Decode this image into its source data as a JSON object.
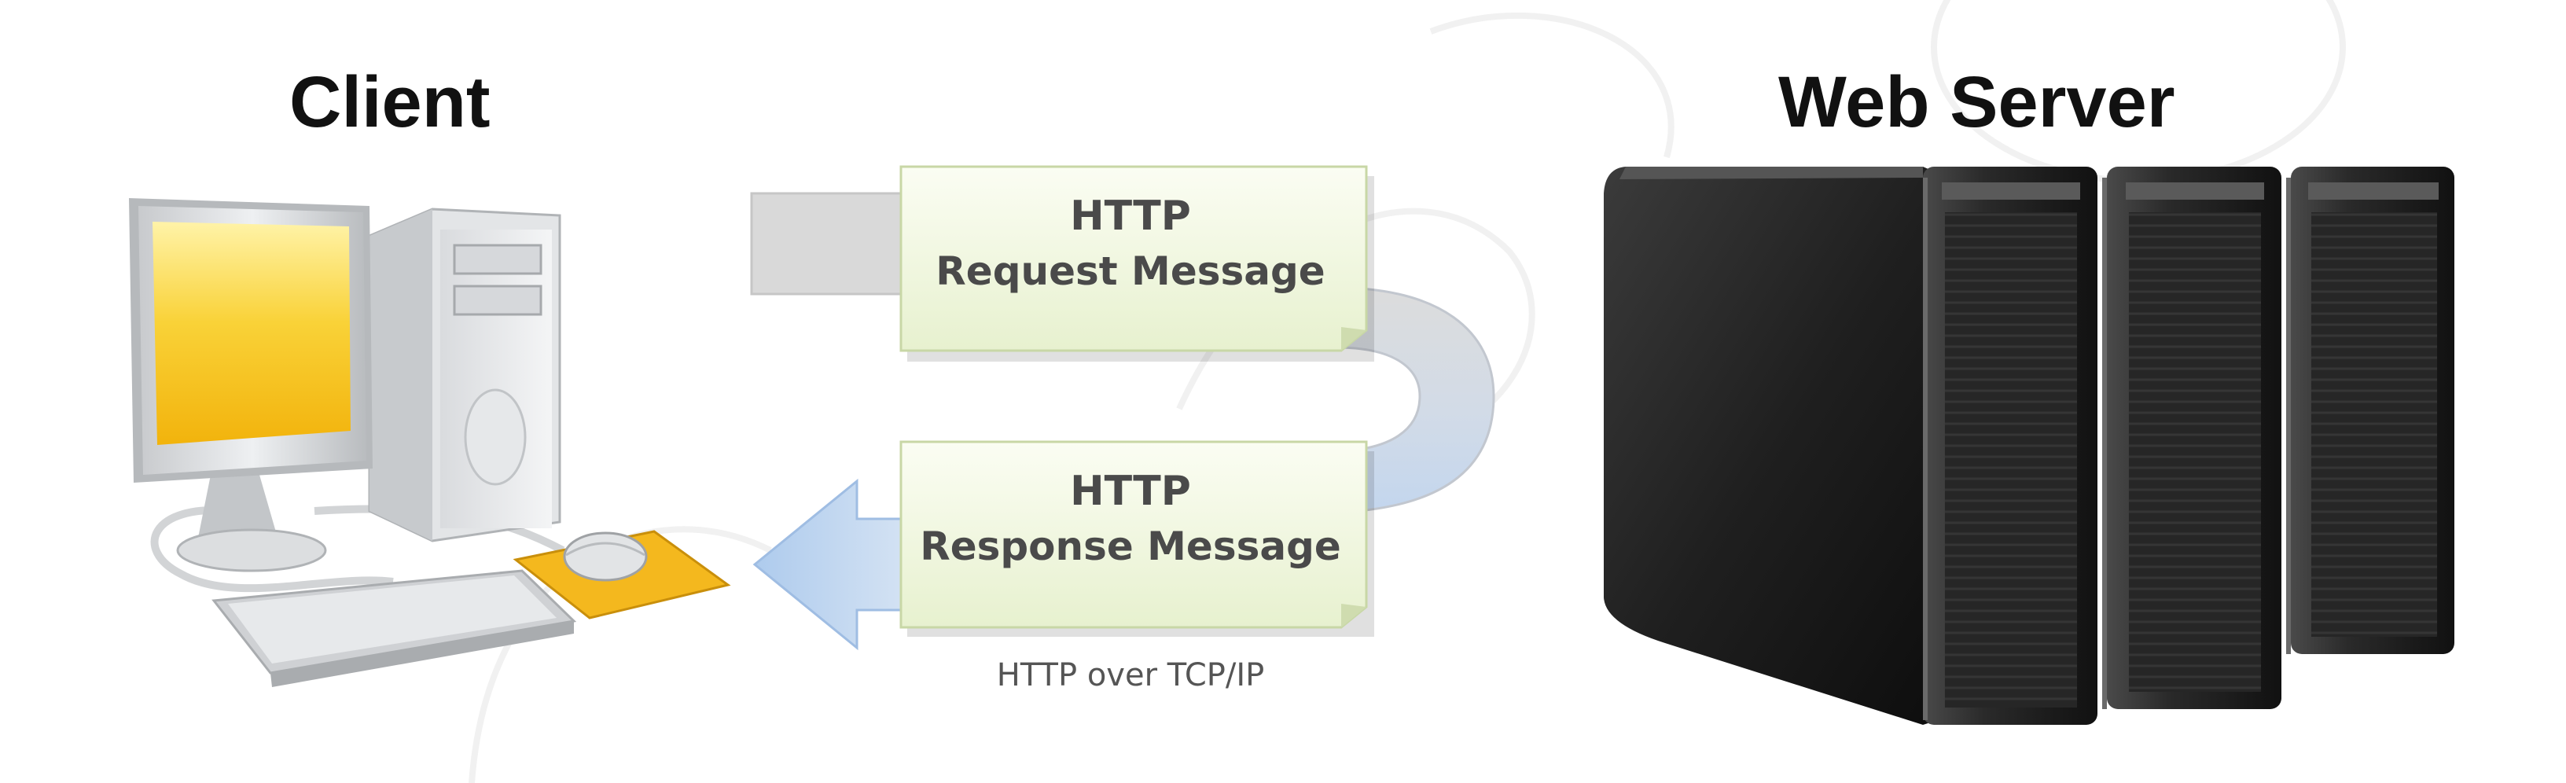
{
  "diagram": {
    "client": {
      "title": "Client",
      "icon": "desktop-computer-icon"
    },
    "server": {
      "title": "Web Server",
      "icon": "server-rack-icon"
    },
    "request": {
      "line1": "HTTP",
      "line2": "Request Message"
    },
    "response": {
      "line1": "HTTP",
      "line2": "Response Message"
    },
    "transport": "HTTP over TCP/IP"
  },
  "colors": {
    "screen_yellow": "#f6c21a",
    "note_green": "#eef6d8",
    "arrow_blue": "#c6d8ee",
    "arrow_gray": "#d6d6d6",
    "server_dark": "#2a2a2a"
  }
}
